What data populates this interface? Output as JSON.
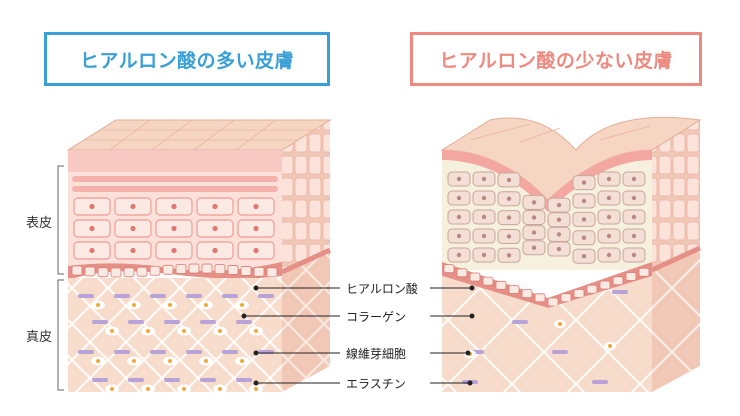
{
  "titles": {
    "left": "ヒアルロン酸の多い皮膚",
    "right": "ヒアルロン酸の少ない皮膚"
  },
  "layers": {
    "epidermis": "表皮",
    "dermis": "真皮"
  },
  "callouts": {
    "hyaluronic_acid": "ヒアルロン酸",
    "collagen": "コラーゲン",
    "fibroblast": "線維芽細胞",
    "elastin": "エラスチン"
  },
  "colors": {
    "title_left": "#3a9fd6",
    "title_right": "#ec8a80",
    "skin_surface": "#f6d6c2",
    "epidermis_cell": "#f4a6a0",
    "dermis": "#f8dccb",
    "collagen": "#ffffff",
    "elastin": "#b7a3d8",
    "fibroblast": "#f3a83c"
  }
}
